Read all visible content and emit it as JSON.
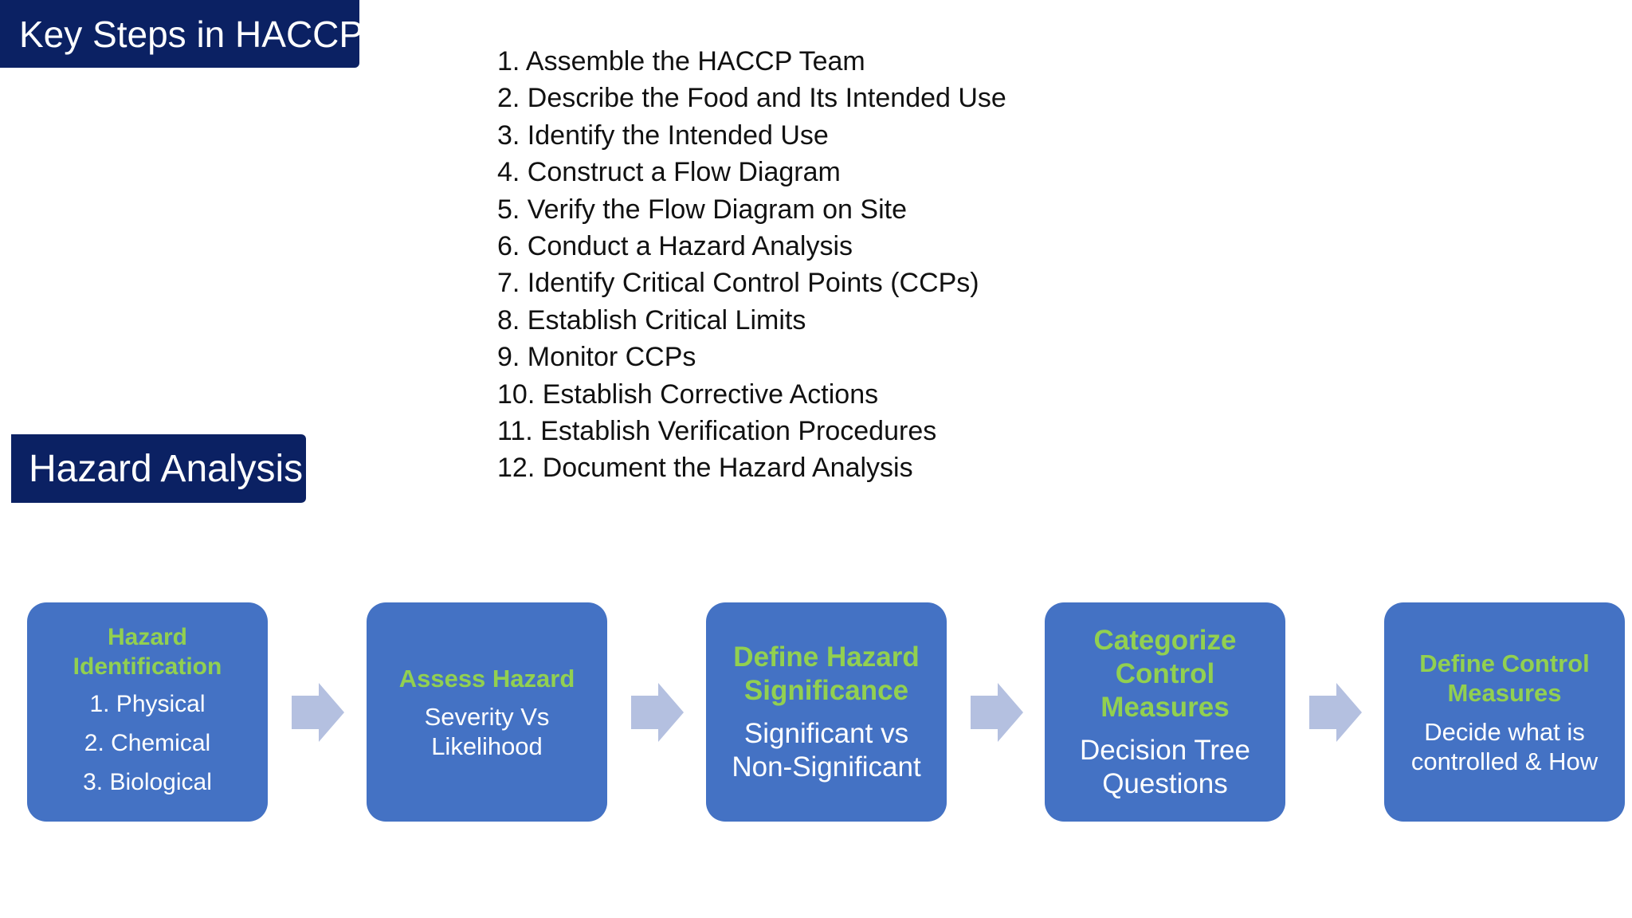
{
  "title_main": "Key Steps in HACCP",
  "title_hazard": "Hazard Analysis",
  "steps": [
    "1. Assemble the HACCP Team",
    "2. Describe the Food and Its Intended Use",
    "3. Identify the Intended Use",
    "4. Construct a Flow Diagram",
    "5. Verify the Flow Diagram on Site",
    "6. Conduct a Hazard Analysis",
    "7. Identify Critical Control Points (CCPs)",
    "8. Establish Critical Limits",
    "9. Monitor CCPs",
    "10. Establish Corrective Actions",
    "11. Establish Verification Procedures",
    "12. Document the Hazard Analysis"
  ],
  "flow": {
    "box1": {
      "head": [
        "Hazard",
        "Identification"
      ],
      "sub": [
        "1. Physical",
        "2. Chemical",
        "3. Biological"
      ]
    },
    "box2": {
      "head": [
        "Assess Hazard"
      ],
      "sub": [
        "Severity Vs",
        "Likelihood"
      ]
    },
    "box3": {
      "head": [
        "Define Hazard",
        "Significance"
      ],
      "sub": [
        "Significant vs",
        "Non-Significant"
      ]
    },
    "box4": {
      "head": [
        "Categorize",
        "Control",
        "Measures"
      ],
      "sub": [
        "Decision Tree",
        "Questions"
      ]
    },
    "box5": {
      "head": [
        "Define Control",
        "Measures"
      ],
      "sub": [
        "Decide what is",
        "controlled & How"
      ]
    }
  },
  "colors": {
    "title_bg": "#0b2163",
    "box_bg": "#4472c4",
    "box_heading": "#92d050",
    "arrow": "#b4c0e0"
  }
}
